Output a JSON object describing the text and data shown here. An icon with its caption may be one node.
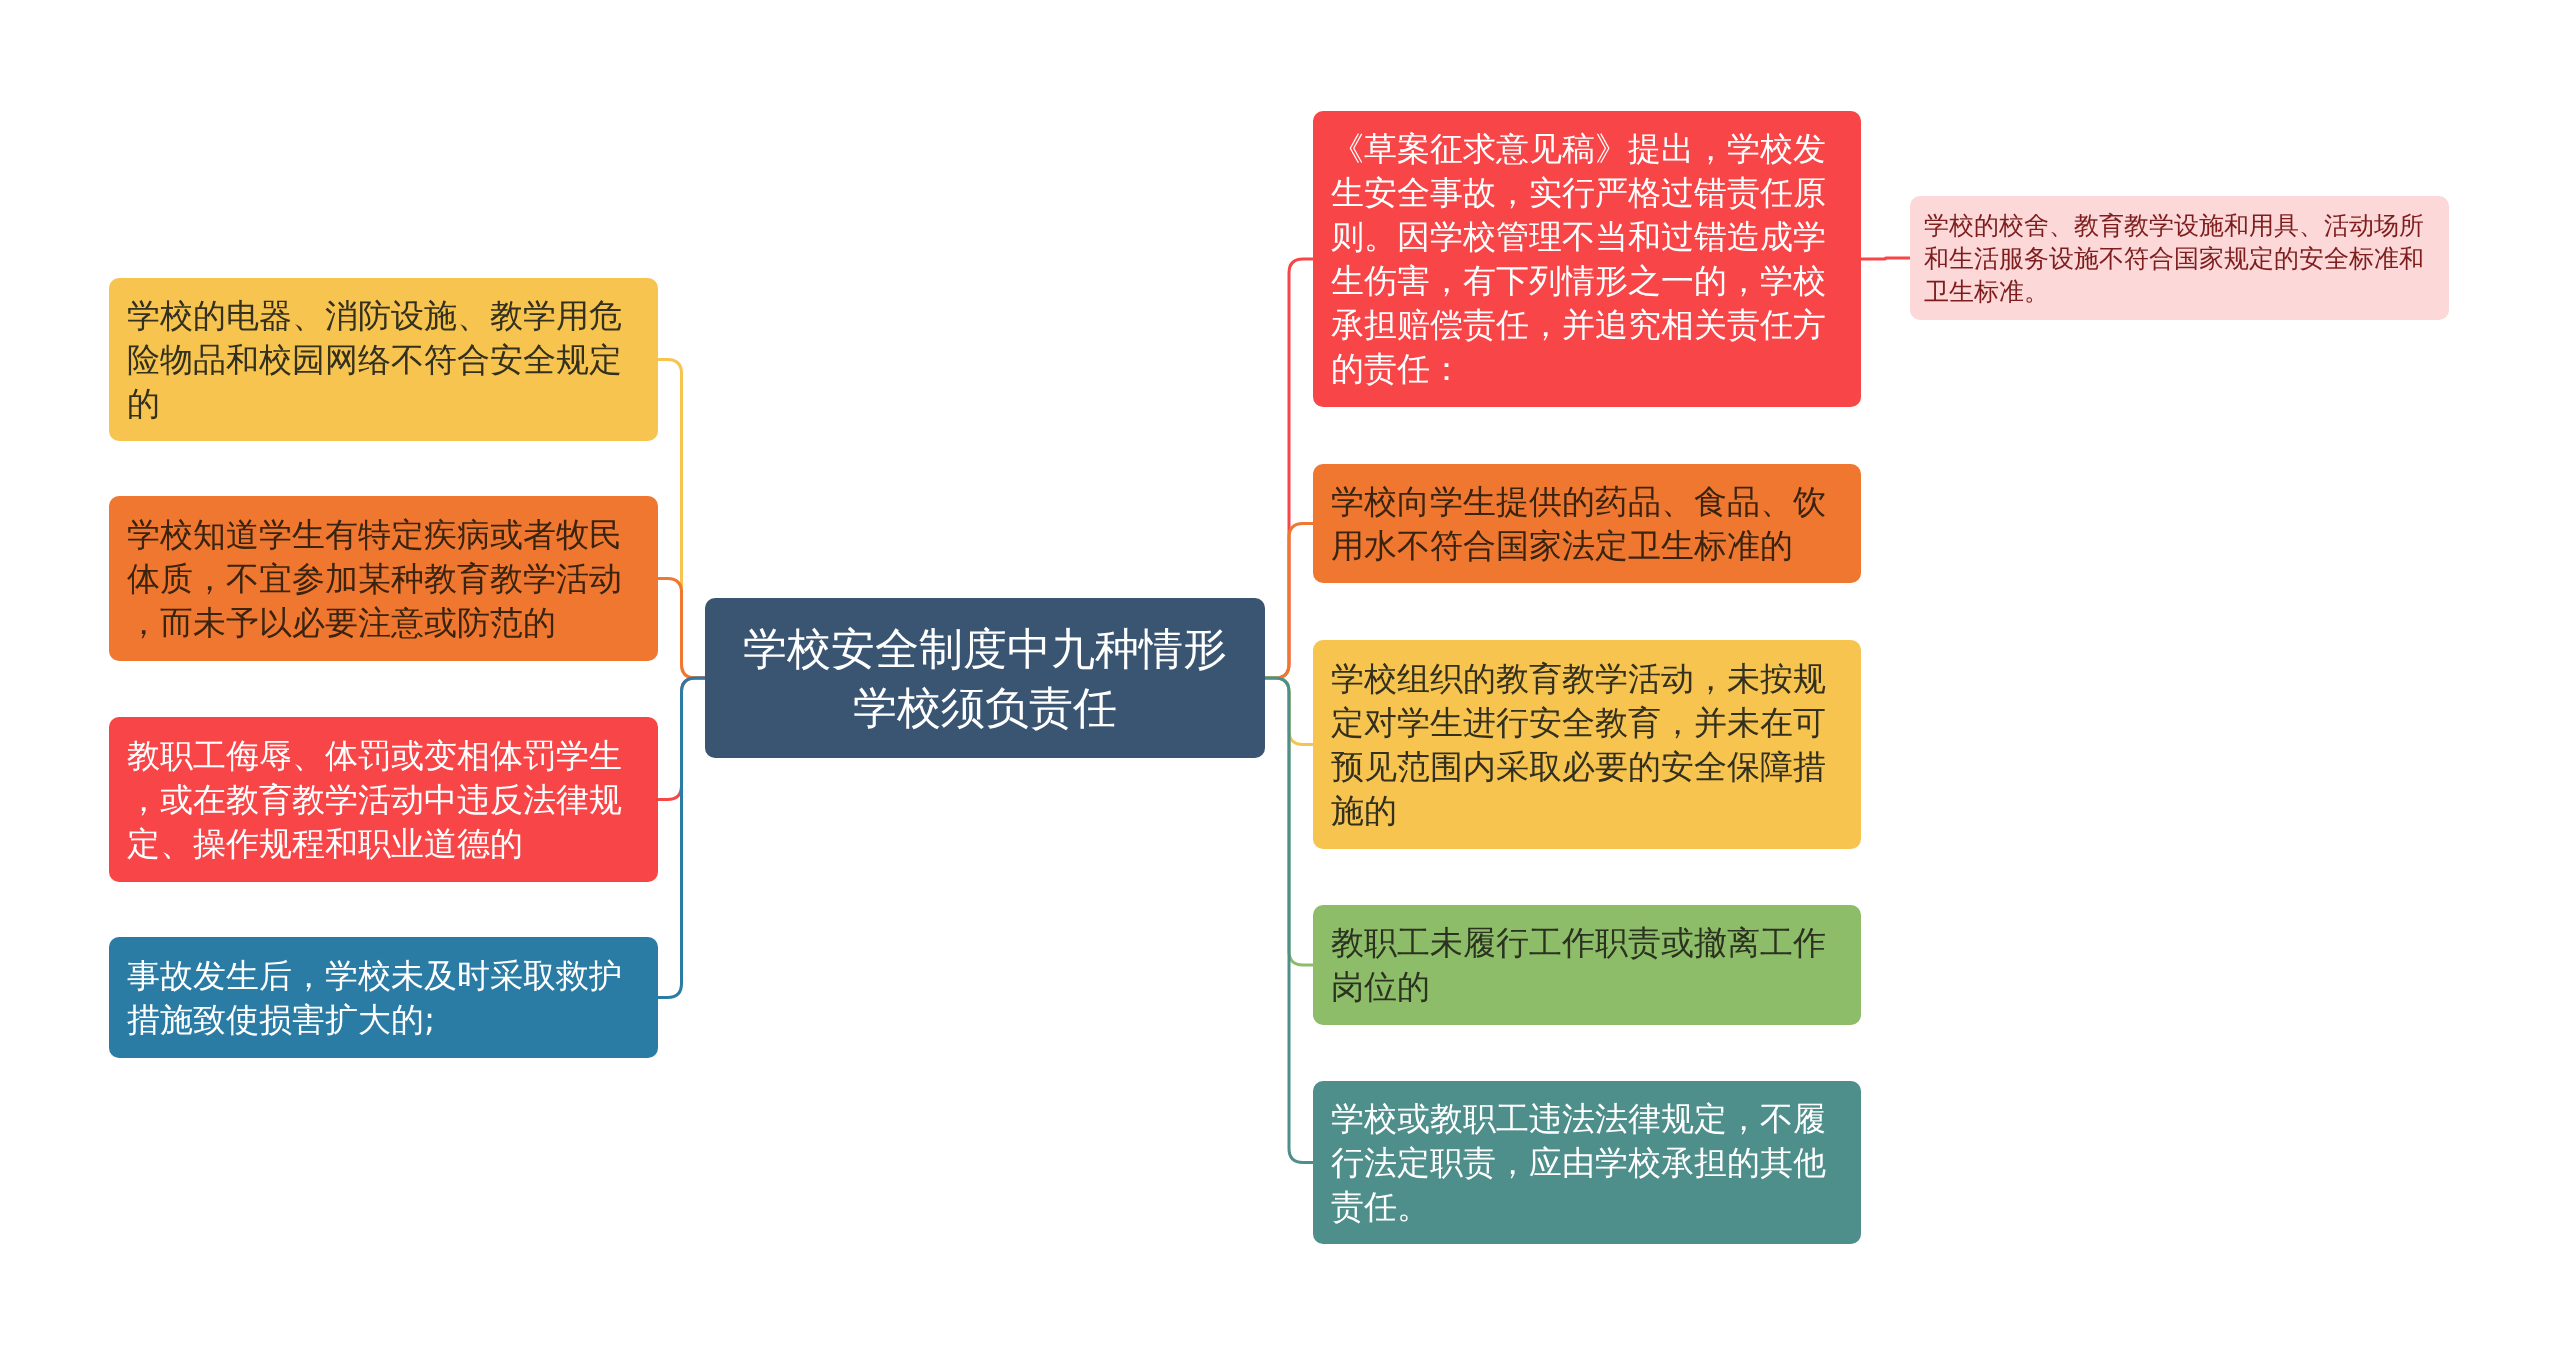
{
  "diagram": {
    "nodes": [
      {
        "text": [
          "学校安全制度中九种情形学校须负责任"
        ]
      },
      {
        "text": [
          "学校的电器、消防设施、教学用危险物品和校园网络不符合安全规定的"
        ]
      },
      {
        "text": [
          "学校知道学生有特定疾病或者牧民体质，不宜参加某种教育教学活动，而未予以必要注意或防范的"
        ]
      },
      {
        "text": [
          "教职工侮辱、体罚或变相体罚学生，或在教育教学活动中违反法律规定、操作规程和职业道德的"
        ]
      },
      {
        "text": [
          "事故发生后，学校未及时采取救护措施致使损害扩大的;"
        ]
      },
      {
        "text": [
          "《草案征求意见稿》提出，学校发生安全事故，实行严格过错责任原则。因学校管理不当和过错造成学生伤害，有下列情形之一的，学校承担赔偿责任，并追究相关责任方的责任："
        ]
      },
      {
        "text": [
          "学校的校舍、教育教学设施和用具、活动场所和生活服务设施不符合国家规定的安全标准和卫生标准。"
        ]
      },
      {
        "text": [
          "学校向学生提供的药品、食品、饮用水不符合国家法定卫生标准的"
        ]
      },
      {
        "text": [
          "学校组织的教育教学活动，未按规定对学生进行安全教育，并未在可预见范围内采取必要的安全保障措施的"
        ]
      },
      {
        "text": [
          "教职工未履行工作职责或撤离工作岗位的"
        ]
      },
      {
        "text": [
          "学校或教职工违法法律规定，不履行法定职责，应由学校承担的其他责任。"
        ]
      }
    ],
    "edges": [
      {
        "from": 0,
        "to": 1,
        "arrow": "none",
        "color": "#f7c44f"
      },
      {
        "from": 0,
        "to": 2,
        "arrow": "none",
        "color": "#f0772f"
      },
      {
        "from": 0,
        "to": 3,
        "arrow": "none",
        "color": "#f84548"
      },
      {
        "from": 0,
        "to": 4,
        "arrow": "none",
        "color": "#2a7ca4"
      },
      {
        "from": 0,
        "to": 5,
        "arrow": "none",
        "color": "#f84548"
      },
      {
        "from": 5,
        "to": 6,
        "arrow": "none",
        "color": "#f84548"
      },
      {
        "from": 0,
        "to": 7,
        "arrow": "none",
        "color": "#f0772f"
      },
      {
        "from": 0,
        "to": 8,
        "arrow": "none",
        "color": "#f7c44f"
      },
      {
        "from": 0,
        "to": 9,
        "arrow": "none",
        "color": "#8ebd69"
      },
      {
        "from": 0,
        "to": 10,
        "arrow": "none",
        "color": "#4e8e8b"
      }
    ]
  }
}
